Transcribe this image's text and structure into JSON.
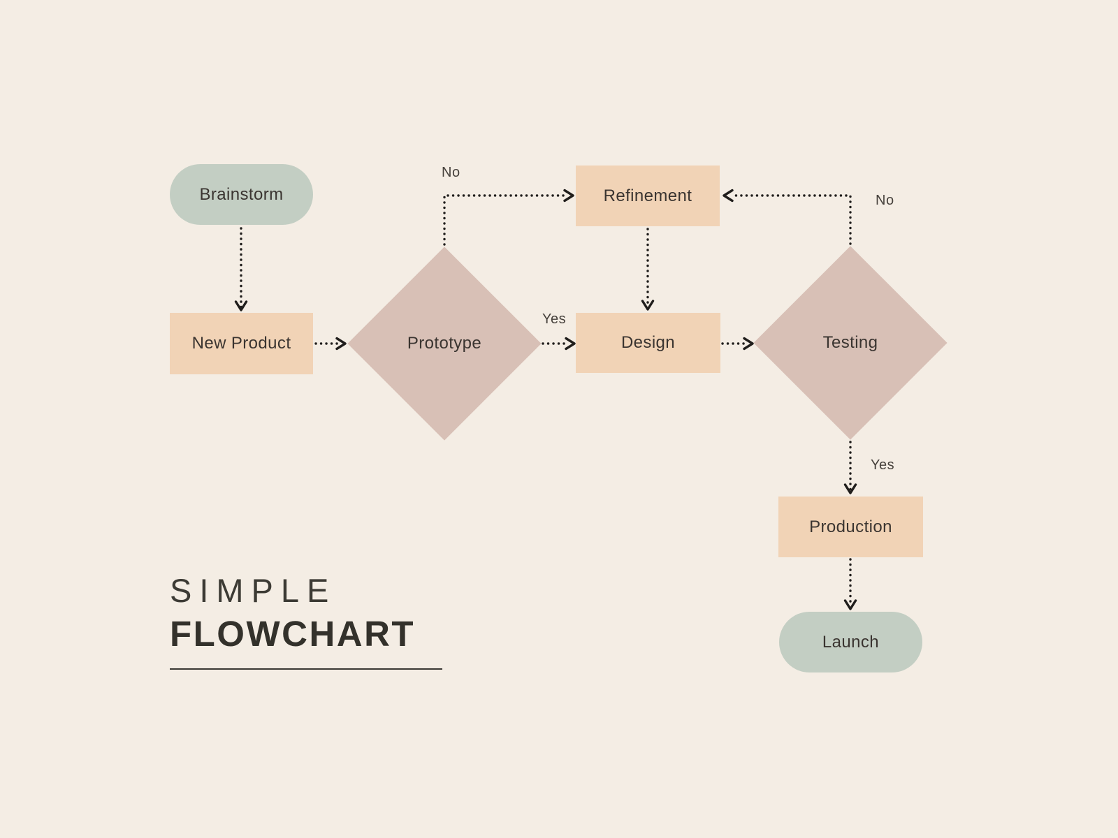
{
  "title": {
    "line1": "SIMPLE",
    "line2": "FLOWCHART"
  },
  "diagram": {
    "nodes": {
      "brainstorm": {
        "label": "Brainstorm",
        "shape": "rounded"
      },
      "new_product": {
        "label": "New Product",
        "shape": "rectangle"
      },
      "prototype": {
        "label": "Prototype",
        "shape": "diamond"
      },
      "refinement": {
        "label": "Refinement",
        "shape": "rectangle"
      },
      "design": {
        "label": "Design",
        "shape": "rectangle"
      },
      "testing": {
        "label": "Testing",
        "shape": "diamond"
      },
      "production": {
        "label": "Production",
        "shape": "rectangle"
      },
      "launch": {
        "label": "Launch",
        "shape": "rounded"
      }
    },
    "edges": [
      {
        "from": "brainstorm",
        "to": "new_product",
        "label": ""
      },
      {
        "from": "new_product",
        "to": "prototype",
        "label": ""
      },
      {
        "from": "prototype",
        "to": "refinement",
        "label": "No"
      },
      {
        "from": "prototype",
        "to": "design",
        "label": "Yes"
      },
      {
        "from": "refinement",
        "to": "design",
        "label": ""
      },
      {
        "from": "design",
        "to": "testing",
        "label": ""
      },
      {
        "from": "testing",
        "to": "refinement",
        "label": "No"
      },
      {
        "from": "testing",
        "to": "production",
        "label": "Yes"
      },
      {
        "from": "production",
        "to": "launch",
        "label": ""
      }
    ],
    "edge_labels": {
      "prototype_no": "No",
      "prototype_yes": "Yes",
      "testing_no": "No",
      "testing_yes": "Yes"
    }
  },
  "colors": {
    "background": "#f4ede4",
    "terminator": "#c3cec3",
    "process": "#f1d3b6",
    "decision": "#d8c0b6",
    "node_text": "#3a3430",
    "edge_label_text": "#46413c",
    "arrow": "#201e1c",
    "title_light": "#3c3a34",
    "title_bold": "#33312b"
  }
}
